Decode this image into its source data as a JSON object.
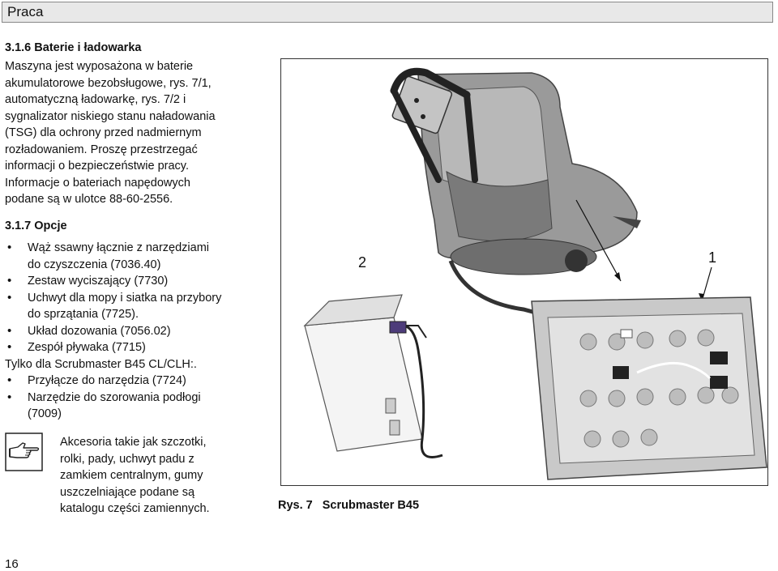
{
  "header": {
    "title": "Praca"
  },
  "section_316": {
    "heading": "3.1.6  Baterie i ładowarka",
    "lines": [
      "Maszyna jest wyposażona w baterie",
      "akumulatorowe bezobsługowe, rys. 7/1,",
      "automatyczną ładowarkę, rys. 7/2 i",
      "sygnalizator niskiego stanu naładowania",
      "(TSG) dla ochrony przed nadmiernym",
      "rozładowaniem. Proszę przestrzegać",
      "informacji o bezpieczeństwie pracy.",
      "Informacje o bateriach napędowych",
      "podane są w ulotce 88-60-2556."
    ]
  },
  "section_317": {
    "heading": "3.1.7  Opcje",
    "bullets_a": [
      [
        "Wąż ssawny łącznie z narzędziami",
        "do czyszczenia (7036.40)"
      ],
      [
        "Zestaw wyciszający (7730)"
      ],
      [
        "Uchwyt dla mopy i siatka na przybory",
        "do sprzątania (7725)."
      ],
      [
        "Układ dozowania (7056.02)"
      ],
      [
        "Zespół pływaka (7715)"
      ]
    ],
    "subheading": "Tylko dla Scrubmaster B45 CL/CLH:.",
    "bullets_b": [
      [
        "Przyłącze do narzędzia (7724)"
      ],
      [
        "Narzędzie do szorowania podłogi",
        "(7009)"
      ]
    ]
  },
  "note": {
    "icon": "pointing-hand-icon",
    "lines": [
      "Akcesoria takie jak szczotki,",
      "rolki, pady, uchwyt padu z",
      "zamkiem centralnym, gumy",
      "uszczelniające podane są",
      "katalogu części zamiennych."
    ]
  },
  "figure": {
    "callouts": [
      "2",
      "1"
    ],
    "caption_num": "Rys. 7",
    "caption_title": "Scrubmaster B45"
  },
  "page_number": "16"
}
